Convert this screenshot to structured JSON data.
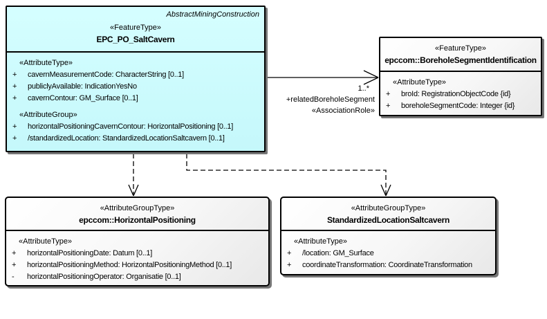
{
  "classes": {
    "epc_po_saltcavern": {
      "parent_label": "AbstractMiningConstruction",
      "stereotype": "«FeatureType»",
      "name": "EPC_PO_SaltCavern",
      "sections": [
        {
          "heading": "«AttributeType»",
          "attributes": [
            {
              "vis": "+",
              "text": "cavernMeasurementCode: CharacterString [0..1]"
            },
            {
              "vis": "+",
              "text": "publiclyAvailable: IndicationYesNo"
            },
            {
              "vis": "+",
              "text": "cavernContour: GM_Surface [0..1]"
            }
          ]
        },
        {
          "heading": "«AttributeGroup»",
          "attributes": [
            {
              "vis": "+",
              "text": "horizontalPositioningCavernContour: HorizontalPositioning [0..1]"
            },
            {
              "vis": "+",
              "text": "/standardizedLocation: StandardizedLocationSaltcavern [0..1]"
            }
          ]
        }
      ]
    },
    "borehole_segment_identification": {
      "stereotype": "«FeatureType»",
      "name": "epccom::BoreholeSegmentIdentification",
      "sections": [
        {
          "heading": "«AttributeType»",
          "attributes": [
            {
              "vis": "+",
              "text": "broId: RegistrationObjectCode {id}"
            },
            {
              "vis": "+",
              "text": "boreholeSegmentCode: Integer {id}"
            }
          ]
        }
      ]
    },
    "horizontal_positioning": {
      "stereotype": "«AttributeGroupType»",
      "name": "epccom::HorizontalPositioning",
      "sections": [
        {
          "heading": "«AttributeType»",
          "attributes": [
            {
              "vis": "+",
              "text": "horizontalPositioningDate: Datum [0..1]"
            },
            {
              "vis": "+",
              "text": "horizontalPositioningMethod: HorizontalPositioningMethod [0..1]"
            },
            {
              "vis": "-",
              "text": "horizontalPositioningOperator: Organisatie [0..1]"
            }
          ]
        }
      ]
    },
    "standardized_location_saltcavern": {
      "stereotype": "«AttributeGroupType»",
      "name": "StandardizedLocationSaltcavern",
      "sections": [
        {
          "heading": "«AttributeType»",
          "attributes": [
            {
              "vis": "+",
              "text": "/location: GM_Surface"
            },
            {
              "vis": "+",
              "text": "coordinateTransformation: CoordinateTransformation"
            }
          ]
        }
      ]
    }
  },
  "association": {
    "multiplicity": "1..*",
    "role": "+relatedBoreholeSegment",
    "stereotype": "«AssociationRole»"
  },
  "colors": {
    "class-fill-cyan": "#c5f8fb",
    "shadow-color": "#767676"
  }
}
